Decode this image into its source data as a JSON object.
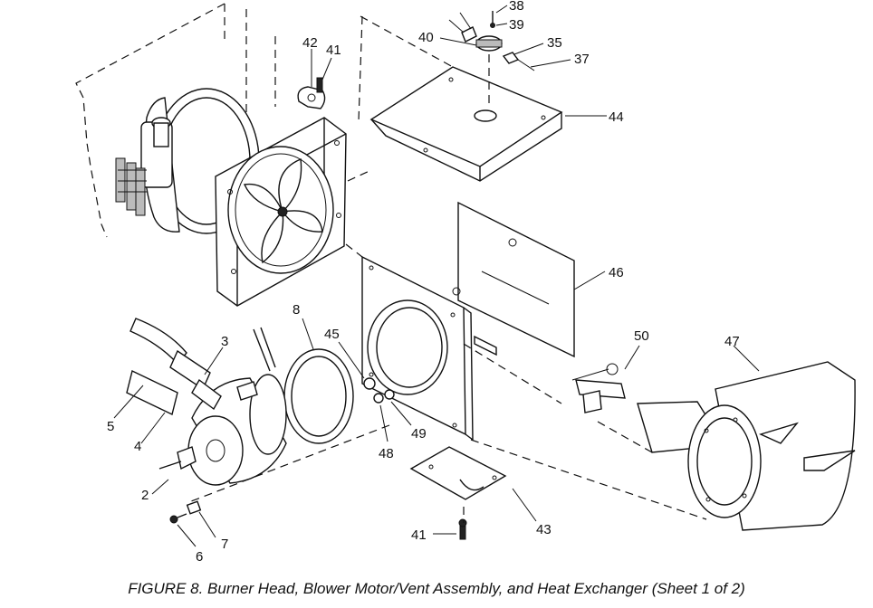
{
  "figure": {
    "caption": "FIGURE 8.  Burner Head, Blower Motor/Vent Assembly, and Heat Exchanger (Sheet 1 of 2)",
    "callouts": {
      "c38": "38",
      "c39": "39",
      "c40": "40",
      "c35": "35",
      "c37": "37",
      "c42": "42",
      "c41a": "41",
      "c44": "44",
      "c46": "46",
      "c8": "8",
      "c45": "45",
      "c3": "3",
      "c50": "50",
      "c47": "47",
      "c5": "5",
      "c4": "4",
      "c49": "49",
      "c48": "48",
      "c2": "2",
      "c7": "7",
      "c6": "6",
      "c41b": "41",
      "c43": "43"
    }
  }
}
